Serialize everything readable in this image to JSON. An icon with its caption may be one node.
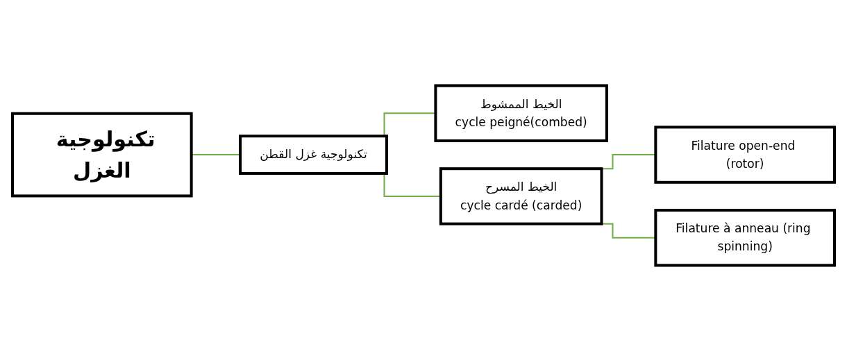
{
  "diagram": {
    "nodes": [
      {
        "text": [
          "تكنولوجية الغزل"
        ]
      },
      {
        "text": [
          "تكنولوجية غزل القطن"
        ]
      },
      {
        "text": [
          "الخيط الممشوط",
          "cycle peigné(combed)"
        ]
      },
      {
        "text": [
          "الخيط المسرح",
          "cycle cardé (carded)"
        ]
      },
      {
        "text": [
          "Filature open-end (rotor)"
        ]
      },
      {
        "text": [
          "Filature à anneau (ring spinning)"
        ]
      }
    ],
    "edges": [
      {
        "from": 0,
        "to": 1,
        "arrow": "none"
      },
      {
        "from": 1,
        "to": 2,
        "arrow": "none"
      },
      {
        "from": 1,
        "to": 3,
        "arrow": "none"
      },
      {
        "from": 3,
        "to": 4,
        "arrow": "none"
      },
      {
        "from": 3,
        "to": 5,
        "arrow": "none"
      }
    ]
  }
}
